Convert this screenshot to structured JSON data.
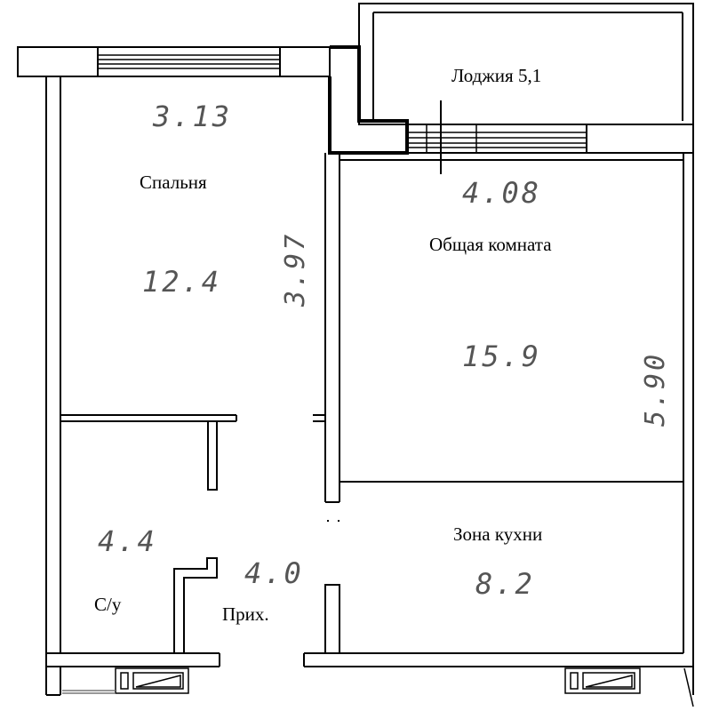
{
  "plan": {
    "rooms": {
      "loggia": {
        "label": "Лоджия 5,1"
      },
      "bedroom": {
        "label": "Спальня",
        "area": "12.4",
        "width": "3.13",
        "depth": "3.97"
      },
      "living": {
        "label": "Общая комната",
        "area": "15.9",
        "width": "4.08",
        "depth": "5.90"
      },
      "kitchen": {
        "label": "Зона кухни",
        "area": "8.2"
      },
      "bathroom": {
        "label": "С/у",
        "area": "4.4"
      },
      "hall": {
        "label": "Прих.",
        "area": "4.0"
      }
    },
    "colors": {
      "wall": "#000000",
      "dimension_text": "#555555",
      "background": "#ffffff"
    }
  }
}
